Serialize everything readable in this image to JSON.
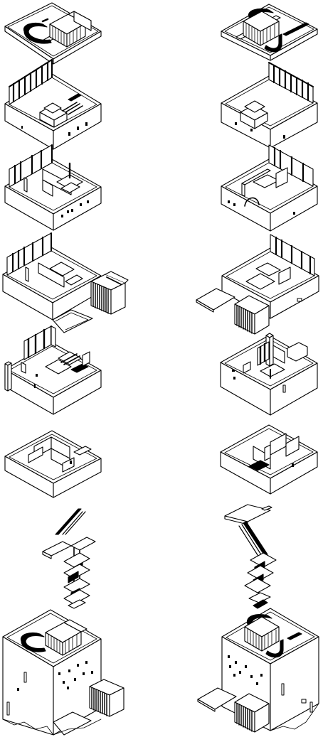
{
  "sheet": {
    "background": "#ffffff",
    "ink": "#000000",
    "rows": [
      {
        "view_left": "roof-view-left",
        "view_right": "roof-view-right"
      },
      {
        "view_left": "upper-floor-view-left",
        "view_right": "upper-floor-view-right"
      },
      {
        "view_left": "third-floor-view-left",
        "view_right": "third-floor-view-right"
      },
      {
        "view_left": "second-floor-view-left",
        "view_right": "second-floor-view-right"
      },
      {
        "view_left": "first-floor-view-left",
        "view_right": "first-floor-view-right"
      },
      {
        "view_left": "ground-floor-view-left",
        "view_right": "ground-floor-view-right"
      },
      {
        "view_left": "staircase-view-left",
        "view_right": "staircase-view-right"
      },
      {
        "view_left": "assembled-house-view-left",
        "view_right": "assembled-house-view-right"
      }
    ]
  }
}
